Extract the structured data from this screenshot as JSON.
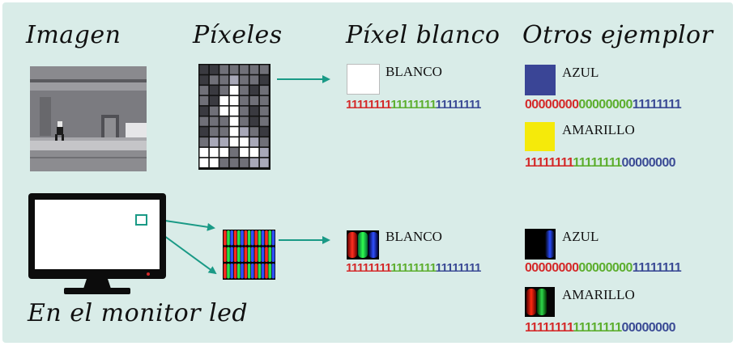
{
  "titles": {
    "imagen": "Imagen",
    "pixeles": "Píxeles",
    "pixel_blanco": "Píxel blanco",
    "otros": "Otros ejemplor",
    "monitor": "En el monitor led"
  },
  "top": {
    "white": {
      "label": "BLANCO",
      "r": "11111111",
      "g": "11111111",
      "b": "11111111"
    },
    "blue": {
      "label": "AZUL",
      "r": "00000000",
      "g": "00000000",
      "b": "11111111"
    },
    "yellow": {
      "label": "AMARILLO",
      "r": "11111111",
      "g": "11111111",
      "b": "00000000"
    }
  },
  "bottom": {
    "white": {
      "label": "BLANCO",
      "r": "11111111",
      "g": "11111111",
      "b": "11111111"
    },
    "blue": {
      "label": "AZUL",
      "r": "00000000",
      "g": "00000000",
      "b": "11111111"
    },
    "yellow": {
      "label": "AMARILLO",
      "r": "11111111",
      "g": "11111111",
      "b": "00000000"
    }
  },
  "colors": {
    "red": "#d42a2a",
    "green": "#5cae2e",
    "blue": "#3b4b95",
    "arrow": "#1a9a86",
    "swatch_blue": "#3a4596",
    "swatch_yellow": "#f5ea0a"
  }
}
